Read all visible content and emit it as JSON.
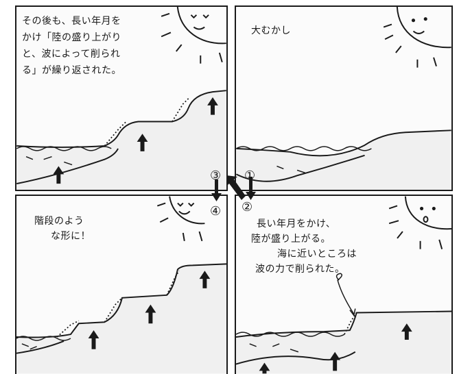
{
  "panels": {
    "p1": {
      "caption": "大むかし",
      "order": "①"
    },
    "p2": {
      "caption_lines": [
        "長い年月をかけ、",
        "陸が盛り上がる。",
        "海に近いところは",
        "波の力で削られた。"
      ],
      "order": "②"
    },
    "p3": {
      "caption_lines": [
        "その後も、長い年月を",
        "かけ「陸の盛り上がり",
        "と、波によって削られ",
        "る」が繰り返された。"
      ],
      "order": "③"
    },
    "p4": {
      "caption_lines": [
        "階段のよう",
        "な形に！"
      ],
      "order": "④"
    }
  },
  "colors": {
    "ink": "#1a1a1a",
    "paper": "#fbfbfb"
  },
  "icons": [
    "sun-icon",
    "up-arrow-icon",
    "wave-icon",
    "flow-arrow-icon"
  ]
}
